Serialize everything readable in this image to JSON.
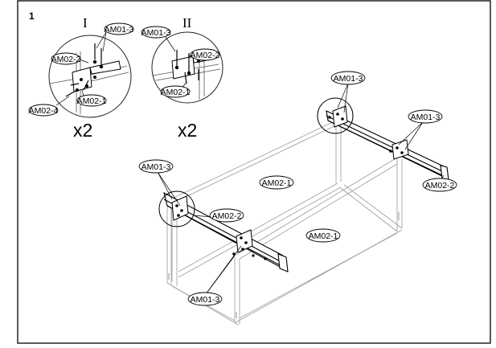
{
  "step_number": "1",
  "details": [
    {
      "roman": "I",
      "multiplier": "x2",
      "labels": [
        "AM01-3",
        "AM02-2",
        "AM02-4",
        "AM02-1"
      ]
    },
    {
      "roman": "II",
      "multiplier": "x2",
      "labels": [
        "AM01-3",
        "AM02-2",
        "AM02-1"
      ]
    }
  ],
  "main_labels": {
    "top_front_bracket": "AM01-3",
    "right_bracket": "AM01-3",
    "end_rail": "AM02-2",
    "left_bracket": "AM01-3",
    "back_panel": "AM02-1",
    "front_rail": "AM02-2",
    "front_panel": "AM02-1",
    "bottom_bracket": "AM01-3"
  }
}
